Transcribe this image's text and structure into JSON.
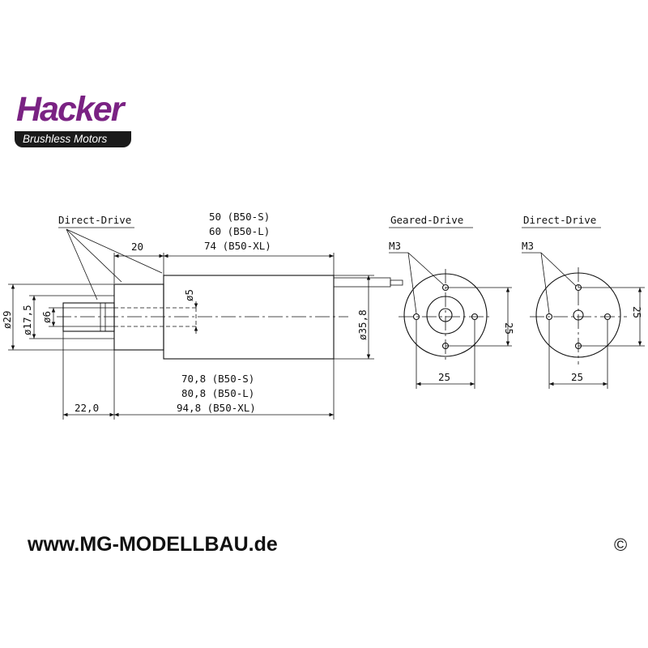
{
  "logo": {
    "brand": "Hacker",
    "tagline": "Brushless Motors"
  },
  "side_view": {
    "label_direct_drive": "Direct-Drive",
    "dim_20": "20",
    "length_top": [
      "50 (B50-S)",
      "60 (B50-L)",
      "74 (B50-XL)"
    ],
    "dia_5": "ø5",
    "dia_29": "ø29",
    "dia_17_5": "ø17,5",
    "dia_6": "ø6",
    "dia_35_8": "ø35,8",
    "length_bottom": [
      "70,8 (B50-S)",
      "80,8 (B50-L)",
      "94,8 (B50-XL)"
    ],
    "dim_22": "22,0"
  },
  "geared_view": {
    "title": "Geared-Drive",
    "thread": "M3",
    "dim_h": "25",
    "dim_v": "25"
  },
  "direct_view": {
    "title": "Direct-Drive",
    "thread": "M3",
    "dim_h": "25",
    "dim_v": "25"
  },
  "footer": {
    "url": "www.MG-MODELLBAU.de",
    "copyright": "©"
  }
}
